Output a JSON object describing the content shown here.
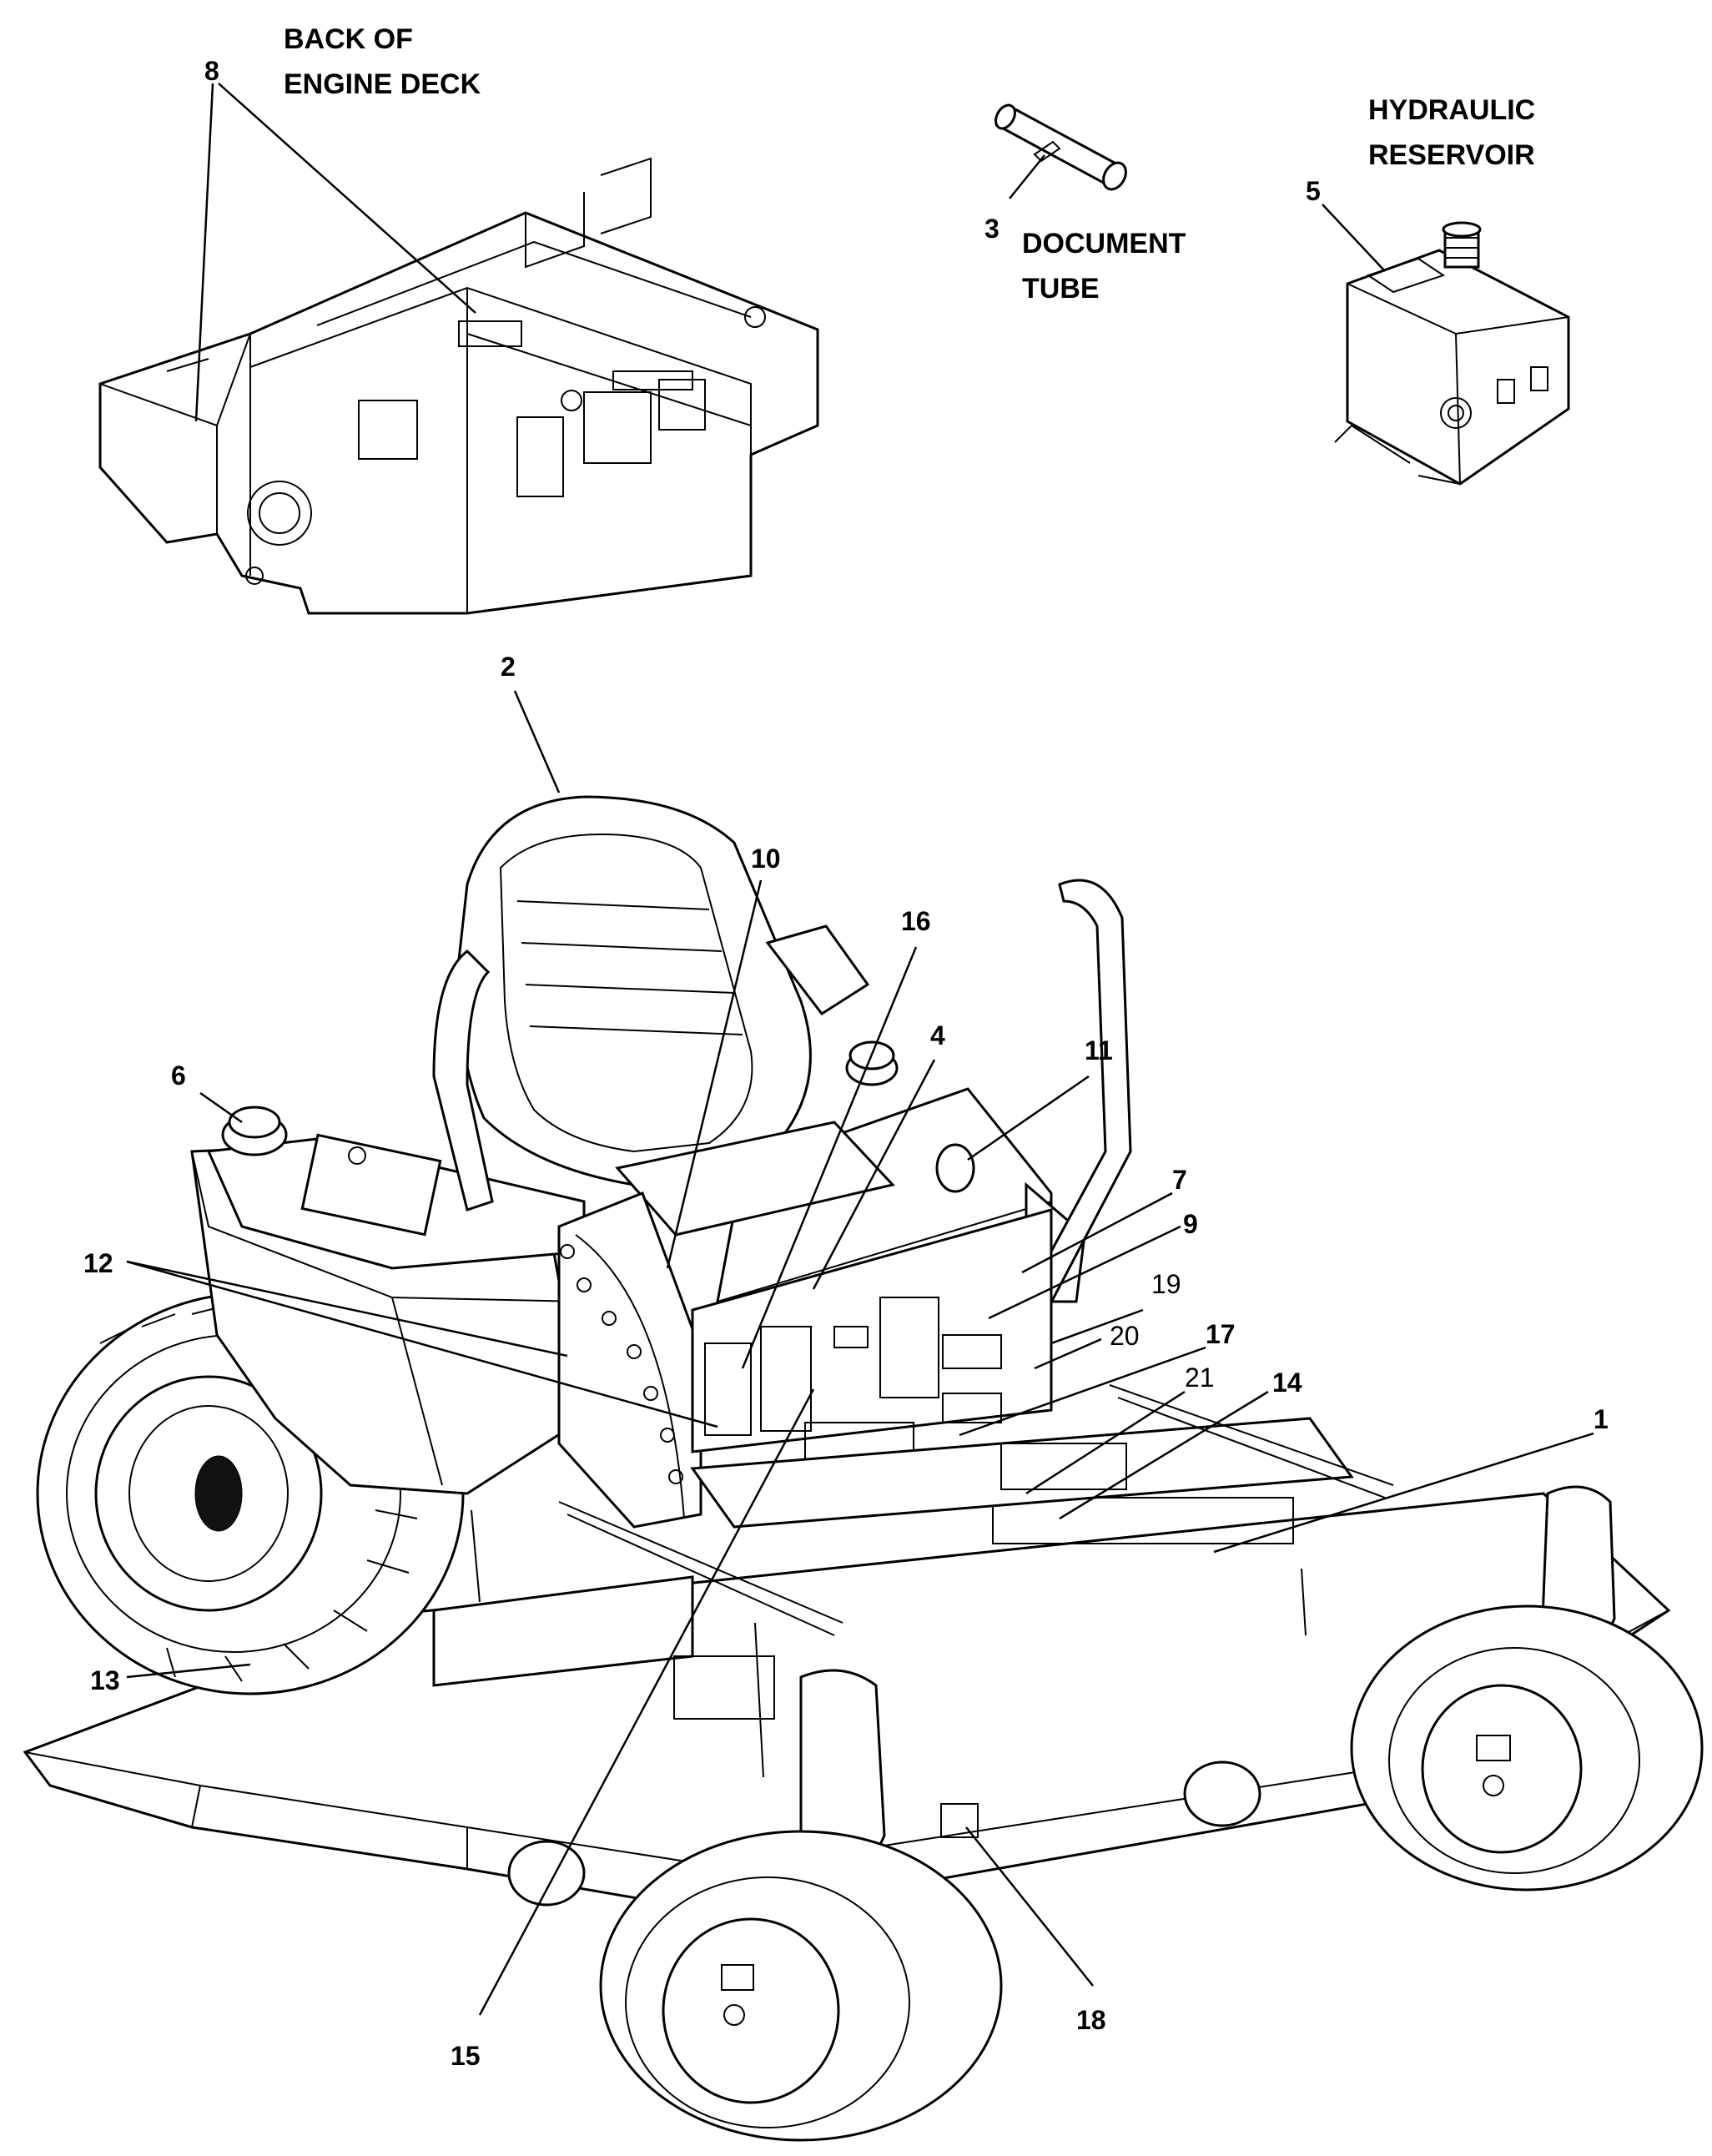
{
  "headings": {
    "engine_deck": [
      "BACK OF",
      "ENGINE DECK"
    ],
    "document_tube": [
      "DOCUMENT",
      "TUBE"
    ],
    "hydraulic_reservoir": [
      "HYDRAULIC",
      "RESERVOIR"
    ]
  },
  "callouts": [
    {
      "id": "8",
      "text": "8"
    },
    {
      "id": "3",
      "text": "3"
    },
    {
      "id": "5",
      "text": "5"
    },
    {
      "id": "2",
      "text": "2"
    },
    {
      "id": "10",
      "text": "10"
    },
    {
      "id": "16",
      "text": "16"
    },
    {
      "id": "6",
      "text": "6"
    },
    {
      "id": "4",
      "text": "4"
    },
    {
      "id": "11",
      "text": "11"
    },
    {
      "id": "7",
      "text": "7"
    },
    {
      "id": "9",
      "text": "9"
    },
    {
      "id": "19",
      "text": "19"
    },
    {
      "id": "12",
      "text": "12"
    },
    {
      "id": "20",
      "text": "20"
    },
    {
      "id": "17",
      "text": "17"
    },
    {
      "id": "21",
      "text": "21"
    },
    {
      "id": "14",
      "text": "14"
    },
    {
      "id": "1",
      "text": "1"
    },
    {
      "id": "13",
      "text": "13"
    },
    {
      "id": "15",
      "text": "15"
    },
    {
      "id": "18",
      "text": "18"
    }
  ]
}
